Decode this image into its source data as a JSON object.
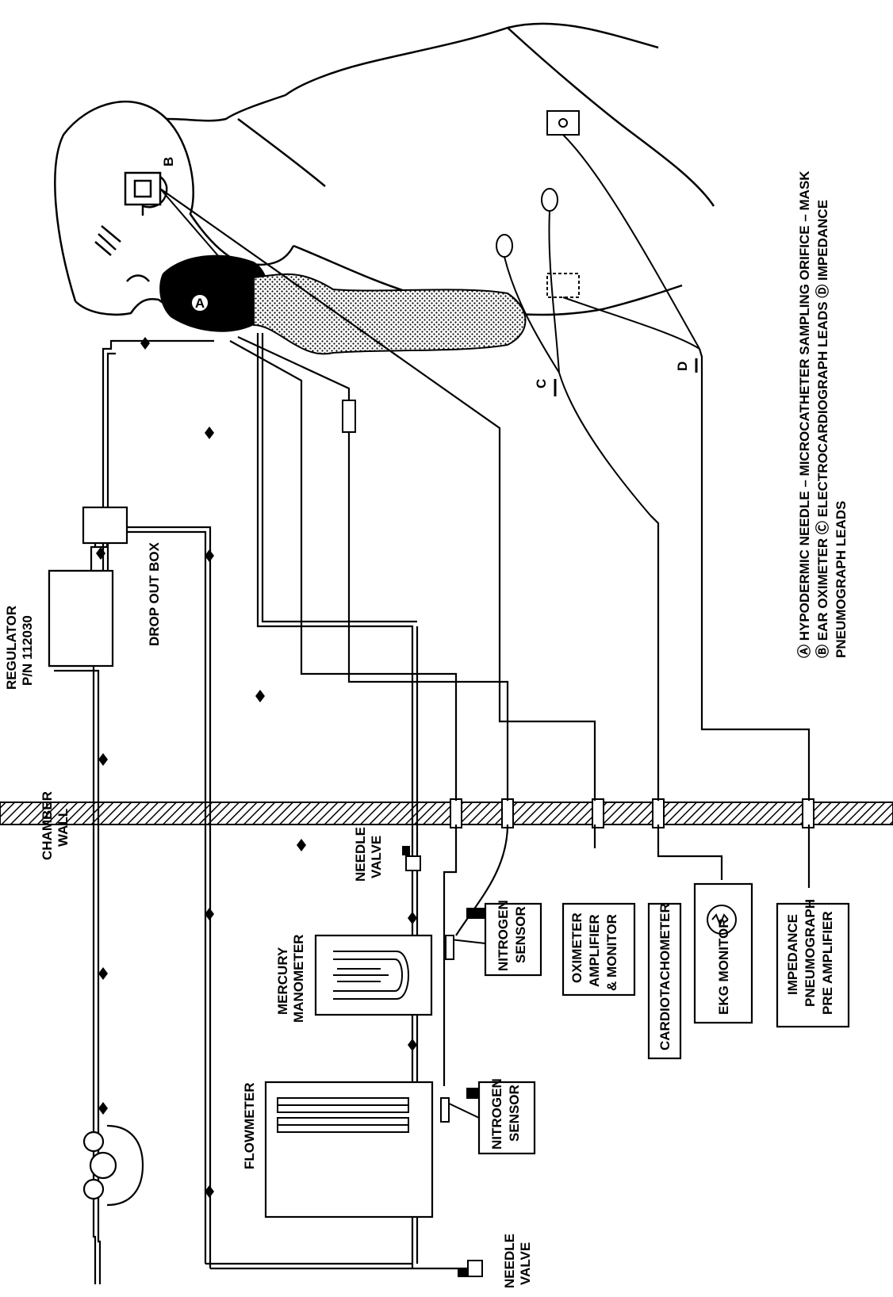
{
  "labels": {
    "chamber_wall": [
      "CHAMBER",
      "WALL"
    ],
    "regulator": [
      "REGULATOR",
      "P/N 112030"
    ],
    "drop_out_box": "DROP OUT BOX",
    "mercury_manometer": [
      "MERCURY",
      "MANOMETER"
    ],
    "needle_valve_top": [
      "NEEDLE",
      "VALVE"
    ],
    "needle_valve_bottom": [
      "NEEDLE",
      "VALVE"
    ],
    "flowmeter": "FLOWMETER",
    "nitrogen_sensor_1": [
      "NITROGEN",
      "SENSOR"
    ],
    "nitrogen_sensor_2": [
      "NITROGEN",
      "SENSOR"
    ],
    "oximeter": [
      "OXIMETER",
      "AMPLIFIER",
      "& MONITOR"
    ],
    "cardiotachometer": "CARDIOTACHOMETER",
    "ekg_monitor": "EKG MONITOR",
    "impedance": [
      "IMPEDANCE",
      "PNEUMOGRAPH",
      "PRE AMPLIFIER"
    ],
    "marker_a": "A",
    "marker_b": "B",
    "marker_c": "C",
    "marker_d": "D"
  },
  "legend": [
    "Ⓐ HYPODERMIC NEEDLE – MICROCATHETER SAMPLING ORIFICE – MASK",
    "Ⓑ EAR OXIMETER  Ⓒ ELECTROCARDIOGRAPH LEADS  Ⓓ IMPEDANCE",
    "PNEUMOGRAPH LEADS"
  ]
}
